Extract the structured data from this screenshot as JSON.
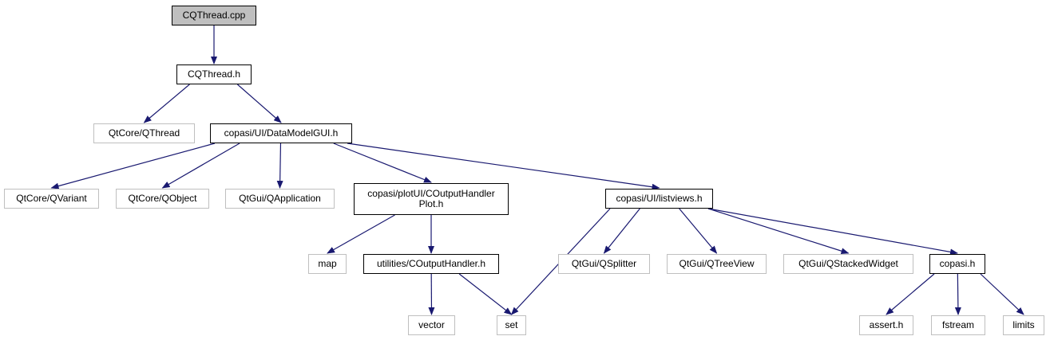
{
  "diagram": {
    "type": "include-dependency-graph",
    "edge_color": "#191970",
    "nodes": [
      {
        "id": "cqthread_cpp",
        "label": "CQThread.cpp",
        "kind": "root"
      },
      {
        "id": "cqthread_h",
        "label": "CQThread.h",
        "kind": "documented"
      },
      {
        "id": "qtcore_qthread",
        "label": "QtCore/QThread",
        "kind": "external"
      },
      {
        "id": "datamodelgui_h",
        "label": "copasi/UI/DataModelGUI.h",
        "kind": "documented"
      },
      {
        "id": "qtcore_qvariant",
        "label": "QtCore/QVariant",
        "kind": "external"
      },
      {
        "id": "qtcore_qobject",
        "label": "QtCore/QObject",
        "kind": "external"
      },
      {
        "id": "qtgui_qapplication",
        "label": "QtGui/QApplication",
        "kind": "external"
      },
      {
        "id": "coutputhandlerplot_h",
        "label": "copasi/plotUI/COutputHandler\nPlot.h",
        "kind": "documented"
      },
      {
        "id": "listviews_h",
        "label": "copasi/UI/listviews.h",
        "kind": "documented"
      },
      {
        "id": "map",
        "label": "map",
        "kind": "external"
      },
      {
        "id": "coutputhandler_h",
        "label": "utilities/COutputHandler.h",
        "kind": "documented"
      },
      {
        "id": "qtgui_qsplitter",
        "label": "QtGui/QSplitter",
        "kind": "external"
      },
      {
        "id": "qtgui_qtreeview",
        "label": "QtGui/QTreeView",
        "kind": "external"
      },
      {
        "id": "qtgui_qstackedwidget",
        "label": "QtGui/QStackedWidget",
        "kind": "external"
      },
      {
        "id": "copasi_h",
        "label": "copasi.h",
        "kind": "documented"
      },
      {
        "id": "vector",
        "label": "vector",
        "kind": "external"
      },
      {
        "id": "set",
        "label": "set",
        "kind": "external"
      },
      {
        "id": "assert_h",
        "label": "assert.h",
        "kind": "external"
      },
      {
        "id": "fstream",
        "label": "fstream",
        "kind": "external"
      },
      {
        "id": "limits",
        "label": "limits",
        "kind": "external"
      }
    ],
    "edges": [
      [
        "cqthread_cpp",
        "cqthread_h"
      ],
      [
        "cqthread_h",
        "qtcore_qthread"
      ],
      [
        "cqthread_h",
        "datamodelgui_h"
      ],
      [
        "datamodelgui_h",
        "qtcore_qvariant"
      ],
      [
        "datamodelgui_h",
        "qtcore_qobject"
      ],
      [
        "datamodelgui_h",
        "qtgui_qapplication"
      ],
      [
        "datamodelgui_h",
        "coutputhandlerplot_h"
      ],
      [
        "datamodelgui_h",
        "listviews_h"
      ],
      [
        "coutputhandlerplot_h",
        "map"
      ],
      [
        "coutputhandlerplot_h",
        "coutputhandler_h"
      ],
      [
        "coutputhandler_h",
        "vector"
      ],
      [
        "coutputhandler_h",
        "set"
      ],
      [
        "listviews_h",
        "set"
      ],
      [
        "listviews_h",
        "qtgui_qsplitter"
      ],
      [
        "listviews_h",
        "qtgui_qtreeview"
      ],
      [
        "listviews_h",
        "qtgui_qstackedwidget"
      ],
      [
        "listviews_h",
        "copasi_h"
      ],
      [
        "copasi_h",
        "assert_h"
      ],
      [
        "copasi_h",
        "fstream"
      ],
      [
        "copasi_h",
        "limits"
      ]
    ]
  }
}
